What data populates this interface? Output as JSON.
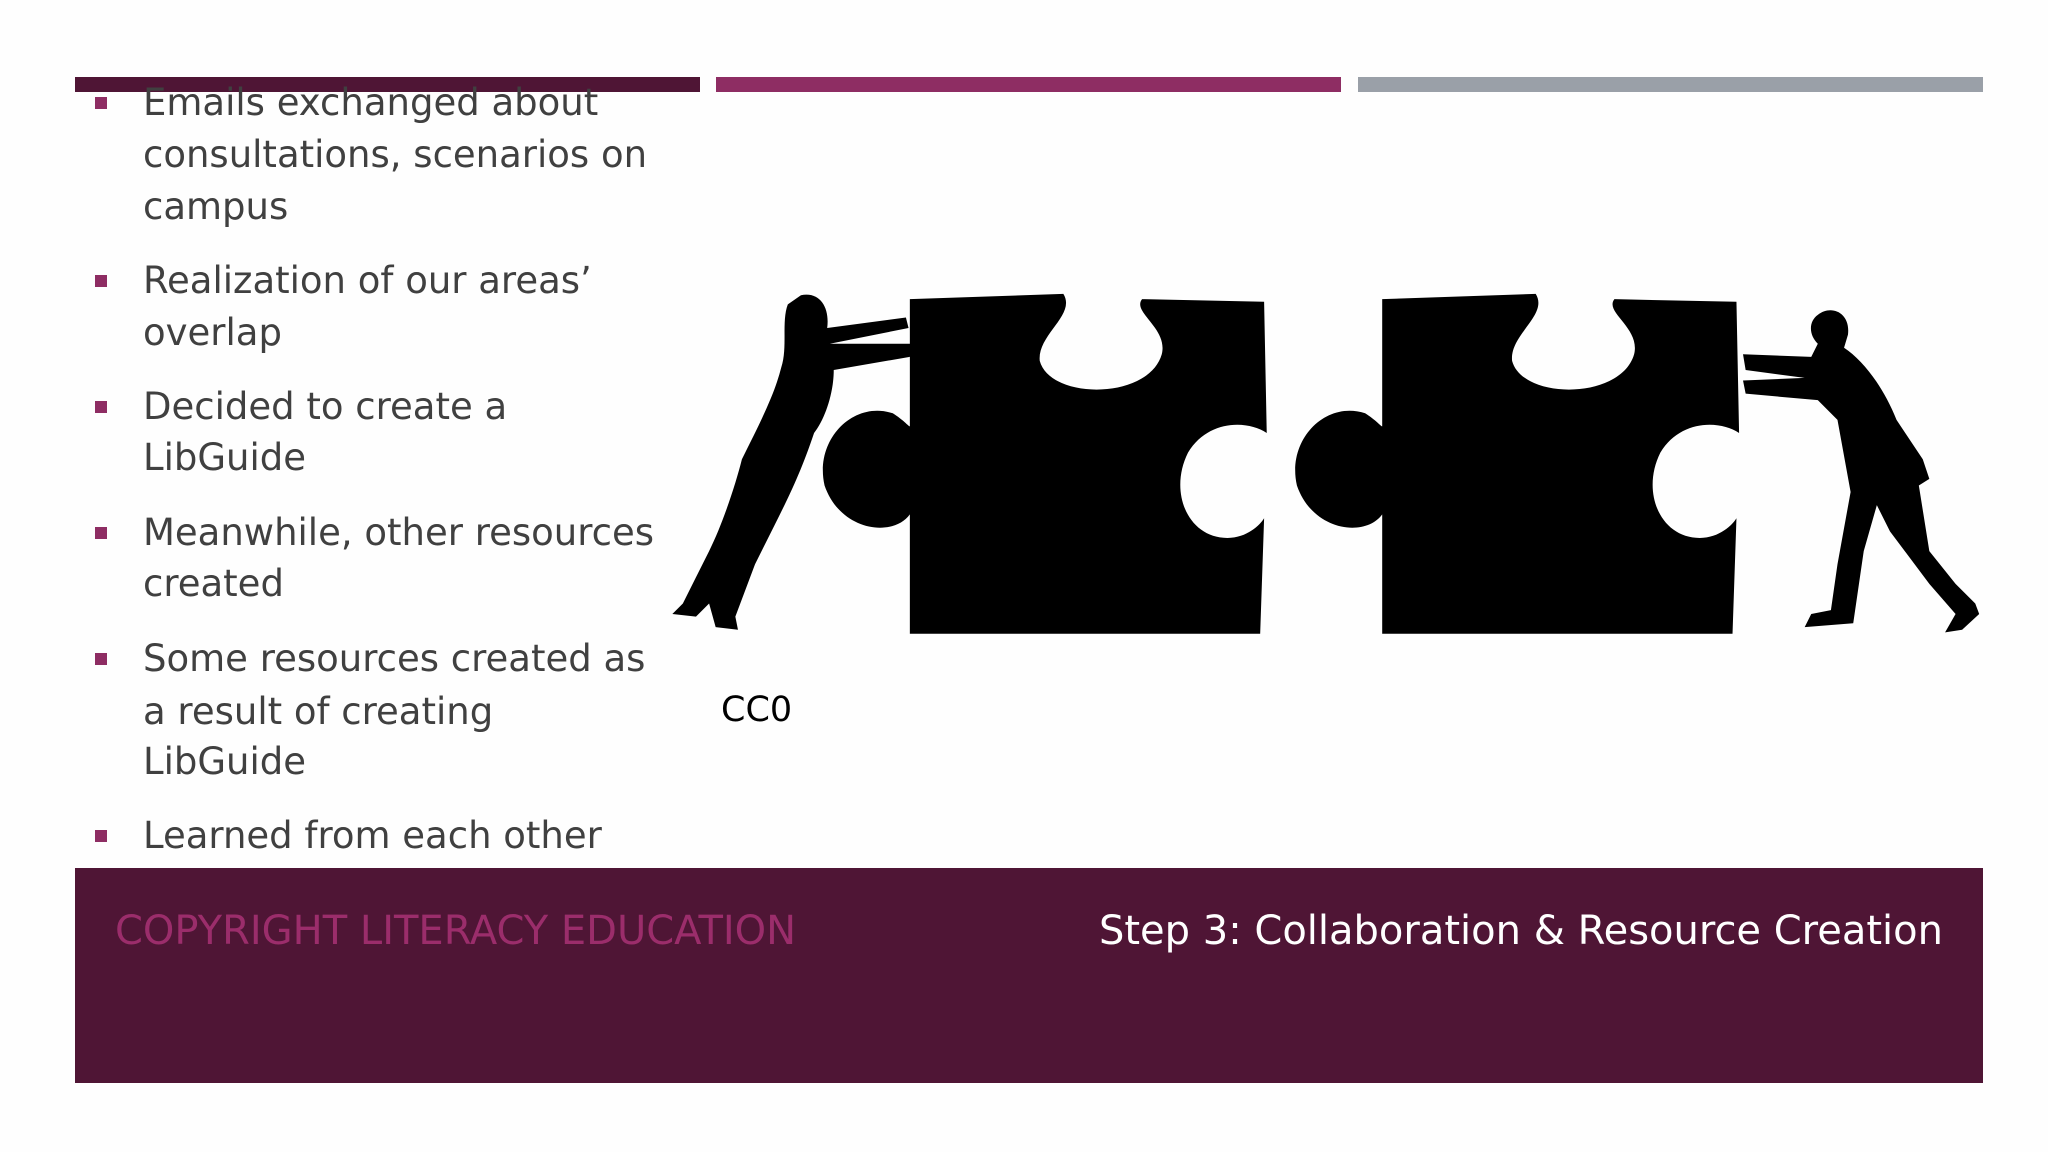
{
  "colors": {
    "dark": "#4f1535",
    "accent": "#8e2d63",
    "gray": "#9aa0a8",
    "footer_title": "#9b2d6b"
  },
  "bullets": [
    {
      "lines": [
        "Emails exchanged about",
        "consultations, scenarios on",
        "campus"
      ]
    },
    {
      "lines": [
        "Realization of our areas’",
        "overlap"
      ]
    },
    {
      "lines": [
        "Decided to create a",
        "LibGuide"
      ]
    },
    {
      "lines": [
        "Meanwhile, other resources",
        "created"
      ]
    },
    {
      "lines": [
        "Some resources created as",
        "a result of creating",
        "LibGuide"
      ]
    },
    {
      "lines": [
        "Learned from each other"
      ]
    }
  ],
  "image": {
    "description_icon": "puzzle-pieces-people-pushing",
    "license": "CC0"
  },
  "footer": {
    "left": "COPYRIGHT LITERACY EDUCATION",
    "right": "Step 3: Collaboration & Resource Creation"
  }
}
